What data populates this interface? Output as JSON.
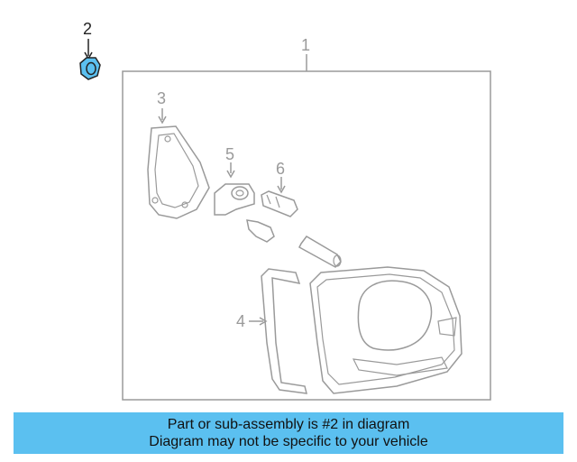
{
  "callouts": {
    "c1": "1",
    "c2": "2",
    "c3": "3",
    "c4": "4",
    "c5": "5",
    "c6": "6"
  },
  "banner": {
    "line1": "Part or sub-assembly is #2 in diagram",
    "line2": "Diagram may not be specific to your vehicle",
    "color": "#5bc0f0"
  },
  "highlight_color": "#5bc0f0"
}
